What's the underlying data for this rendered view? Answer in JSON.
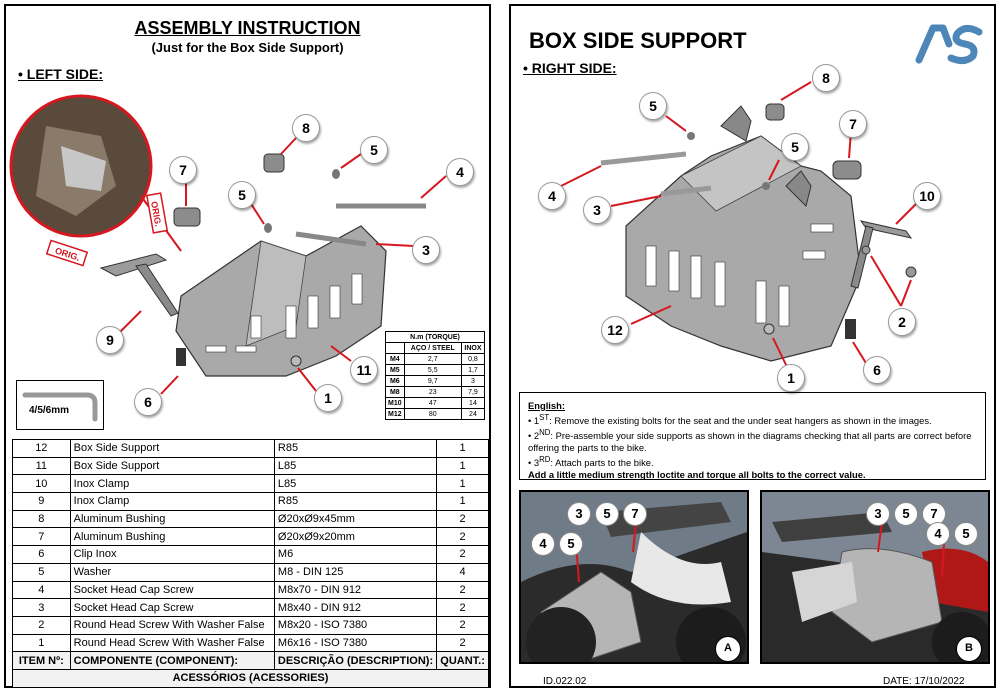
{
  "left": {
    "title": "ASSEMBLY INSTRUCTION",
    "subtitle": "(Just for the Box Side Support)",
    "side_label": "• LEFT SIDE:",
    "orig_labels": [
      "ORIG.",
      "ORIG."
    ],
    "callouts": [
      "8",
      "5",
      "4",
      "7",
      "5",
      "3",
      "9",
      "11",
      "6",
      "1"
    ],
    "key_label": "4/5/6mm",
    "torque": {
      "title": "N.m (TORQUE)",
      "col_steel": "AÇO / STEEL",
      "col_inox": "INOX",
      "rows": [
        {
          "size": "M4",
          "steel": "2,7",
          "inox": "0,8"
        },
        {
          "size": "M5",
          "steel": "5,5",
          "inox": "1,7"
        },
        {
          "size": "M6",
          "steel": "9,7",
          "inox": "3"
        },
        {
          "size": "M8",
          "steel": "23",
          "inox": "7,9"
        },
        {
          "size": "M10",
          "steel": "47",
          "inox": "14"
        },
        {
          "size": "M12",
          "steel": "80",
          "inox": "24"
        }
      ]
    },
    "parts": {
      "rows": [
        {
          "item": "12",
          "component": "Box Side Support",
          "description": "R85",
          "qty": "1"
        },
        {
          "item": "11",
          "component": "Box Side Support",
          "description": "L85",
          "qty": "1"
        },
        {
          "item": "10",
          "component": "Inox Clamp",
          "description": "L85",
          "qty": "1"
        },
        {
          "item": "9",
          "component": "Inox Clamp",
          "description": "R85",
          "qty": "1"
        },
        {
          "item": "8",
          "component": "Aluminum Bushing",
          "description": "Ø20xØ9x45mm",
          "qty": "2"
        },
        {
          "item": "7",
          "component": "Aluminum Bushing",
          "description": "Ø20xØ9x20mm",
          "qty": "2"
        },
        {
          "item": "6",
          "component": "Clip Inox",
          "description": "M6",
          "qty": "2"
        },
        {
          "item": "5",
          "component": "Washer",
          "description": "M8 - DIN 125",
          "qty": "4"
        },
        {
          "item": "4",
          "component": "Socket Head Cap Screw",
          "description": "M8x70 - DIN 912",
          "qty": "2"
        },
        {
          "item": "3",
          "component": "Socket Head Cap Screw",
          "description": "M8x40 - DIN 912",
          "qty": "2"
        },
        {
          "item": "2",
          "component": "Round Head Screw With Washer False",
          "description": "M8x20 - ISO 7380",
          "qty": "2"
        },
        {
          "item": "1",
          "component": "Round Head Screw With Washer False",
          "description": "M6x16 - ISO 7380",
          "qty": "2"
        }
      ],
      "header": {
        "item": "ITEM Nº:",
        "component": "COMPONENTE (COMPONENT):",
        "description": "DESCRIÇÃO (DESCRIPTION):",
        "qty": "QUANT.:"
      },
      "footer": "ACESSÓRIOS (ACESSORIES)"
    }
  },
  "right": {
    "title": "BOX SIDE SUPPORT",
    "side_label": "• RIGHT SIDE:",
    "logo_text": "AS",
    "callouts": [
      "8",
      "5",
      "7",
      "5",
      "4",
      "3",
      "10",
      "2",
      "12",
      "1",
      "6"
    ],
    "instructions": {
      "heading": "English:",
      "step1_sup": "ST",
      "step1": ": Remove the existing bolts for the seat and the under seat hangers as shown in the images.",
      "step2_sup": "ND",
      "step2": ": Pre-assemble your side supports as shown in the diagrams checking that all parts are correct before offering the parts to the bike.",
      "step3_sup": "RD",
      "step3": ": Attach parts to the bike.",
      "note": "Add a little medium strength loctite and torque all bolts to the correct value."
    },
    "photo_a": {
      "mark": "A",
      "callouts": [
        "3",
        "5",
        "7",
        "4",
        "5"
      ]
    },
    "photo_b": {
      "mark": "B",
      "callouts": [
        "3",
        "5",
        "7",
        "4",
        "5"
      ]
    },
    "footer_id": "ID.022.02",
    "footer_date": "DATE: 17/10/2022"
  },
  "colors": {
    "accent_red": "#d6171f",
    "logo_blue": "#4f86b8",
    "metal": "#a9a9a9"
  }
}
